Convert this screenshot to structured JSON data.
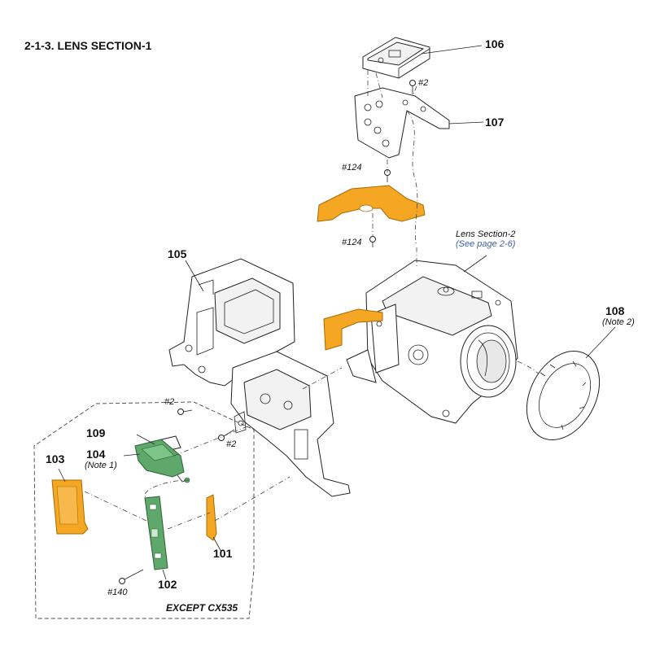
{
  "title": "2-1-3. LENS SECTION-1",
  "parts": {
    "p101": "101",
    "p102": "102",
    "p103": "103",
    "p104": "104",
    "p105": "105",
    "p106": "106",
    "p107": "107",
    "p108": "108",
    "p109": "109"
  },
  "screws": {
    "s2_top": "#2",
    "s124_upper": "#124",
    "s124_lower": "#124",
    "s2_left": "#2",
    "s2_mid": "#2",
    "s140": "#140"
  },
  "notes": {
    "note1": "(Note 1)",
    "note2": "(Note 2)"
  },
  "reference": {
    "label": "Lens Section-2",
    "link": "(See page 2-6)"
  },
  "except_label": "EXCEPT CX535",
  "colors": {
    "flex_orange": "#f5a623",
    "board_green": "#5fa86b",
    "link_blue": "#3a5fb0",
    "line": "#222222"
  }
}
